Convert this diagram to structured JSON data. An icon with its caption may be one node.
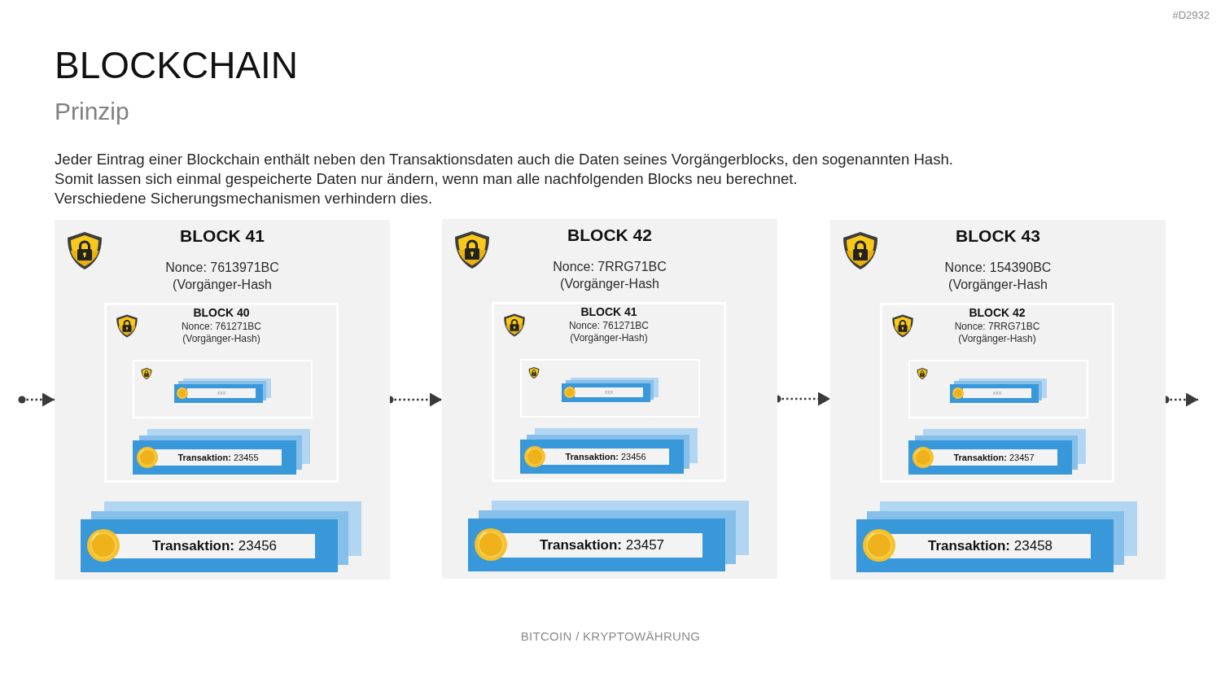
{
  "diagram": {
    "title": "BLOCKCHAIN",
    "nodes": [
      {
        "text": [
          "BLOCK 41",
          "Nonce: 7613971BC",
          "(Vorgänger-Hash"
        ]
      },
      {
        "text": [
          "BLOCK 40",
          "Nonce: 761271BC",
          "(Vorgänger-Hash)"
        ],
        "in": 0
      },
      {
        "text": [],
        "shape": "box",
        "in": 1
      },
      {
        "text": [
          "xxx"
        ],
        "in": 2
      },
      {
        "text": [
          "**Transaktion:** 23455"
        ],
        "in": 1
      },
      {
        "text": [
          "**Transaktion:** 23456"
        ],
        "in": 0
      },
      {
        "text": [
          "BLOCK 42",
          "Nonce: 7RRG71BC",
          "(Vorgänger-Hash"
        ]
      },
      {
        "text": [
          "BLOCK 41",
          "Nonce: 761271BC",
          "(Vorgänger-Hash)"
        ],
        "in": 6
      },
      {
        "text": [],
        "shape": "box",
        "in": 7
      },
      {
        "text": [
          "xxx"
        ],
        "in": 8
      },
      {
        "text": [
          "**Transaktion:** 23456"
        ],
        "in": 7
      },
      {
        "text": [
          "**Transaktion:** 23457"
        ],
        "in": 6
      },
      {
        "text": [
          "BLOCK 43",
          "Nonce: 154390BC",
          "(Vorgänger-Hash"
        ]
      },
      {
        "text": [
          "BLOCK 42",
          "Nonce: 7RRG71BC",
          "(Vorgänger-Hash)"
        ],
        "in": 12
      },
      {
        "text": [],
        "shape": "box",
        "in": 13
      },
      {
        "text": [
          "xxx"
        ],
        "in": 14
      },
      {
        "text": [
          "**Transaktion:** 23457"
        ],
        "in": 13
      },
      {
        "text": [
          "**Transaktion:** 23458"
        ],
        "in": 12
      }
    ],
    "edges": [
      {
        "from": null,
        "to": 0,
        "arrow": "to"
      },
      {
        "from": 0,
        "to": 6,
        "arrow": "to"
      },
      {
        "from": 6,
        "to": 12,
        "arrow": "to"
      },
      {
        "from": 12,
        "to": null,
        "arrow": "to"
      }
    ],
    "labels": [
      "#D2932",
      "Prinzip",
      "Jeder Eintrag einer Blockchain enthält neben den Transaktionsdaten auch die Daten seines Vorgängerblocks, den sogenannten Hash.",
      "Somit lassen sich einmal gespeicherte Daten nur ändern, wenn man alle nachfolgenden Blocks neu berechnet.",
      "Verschiedene Sicherungsmechanismen verhindern dies.",
      "BITCOIN / KRYPTOWÄHRUNG"
    ]
  }
}
